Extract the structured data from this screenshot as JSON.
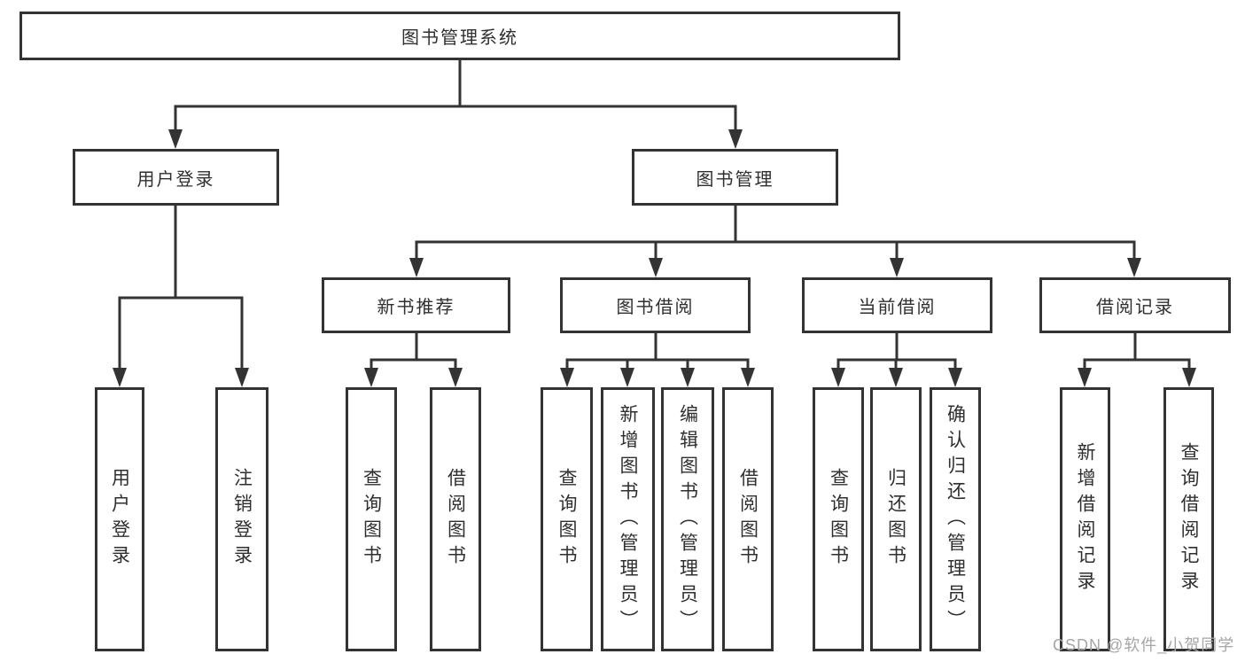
{
  "diagram": {
    "root": {
      "label": "图书管理系统",
      "children": [
        {
          "label": "用户登录",
          "children": [
            {
              "label": "用户登录"
            },
            {
              "label": "注销登录"
            }
          ]
        },
        {
          "label": "图书管理",
          "children": [
            {
              "label": "新书推荐",
              "children": [
                {
                  "label": "查询图书"
                },
                {
                  "label": "借阅图书"
                }
              ]
            },
            {
              "label": "图书借阅",
              "children": [
                {
                  "label": "查询图书"
                },
                {
                  "label": "新增图书（管理员）"
                },
                {
                  "label": "编辑图书（管理员）"
                },
                {
                  "label": "借阅图书"
                }
              ]
            },
            {
              "label": "当前借阅",
              "children": [
                {
                  "label": "查询图书"
                },
                {
                  "label": "归还图书"
                },
                {
                  "label": "确认归还（管理员）"
                }
              ]
            },
            {
              "label": "借阅记录",
              "children": [
                {
                  "label": "新增借阅记录"
                },
                {
                  "label": "查询借阅记录"
                }
              ]
            }
          ]
        }
      ]
    }
  },
  "watermark": {
    "text": "CSDN @软件_小贺同学"
  },
  "colors": {
    "line": "#333333",
    "box_border": "#333333",
    "text": "#2f2f2f",
    "watermark": "#a6a6a6",
    "background": "#ffffff"
  }
}
